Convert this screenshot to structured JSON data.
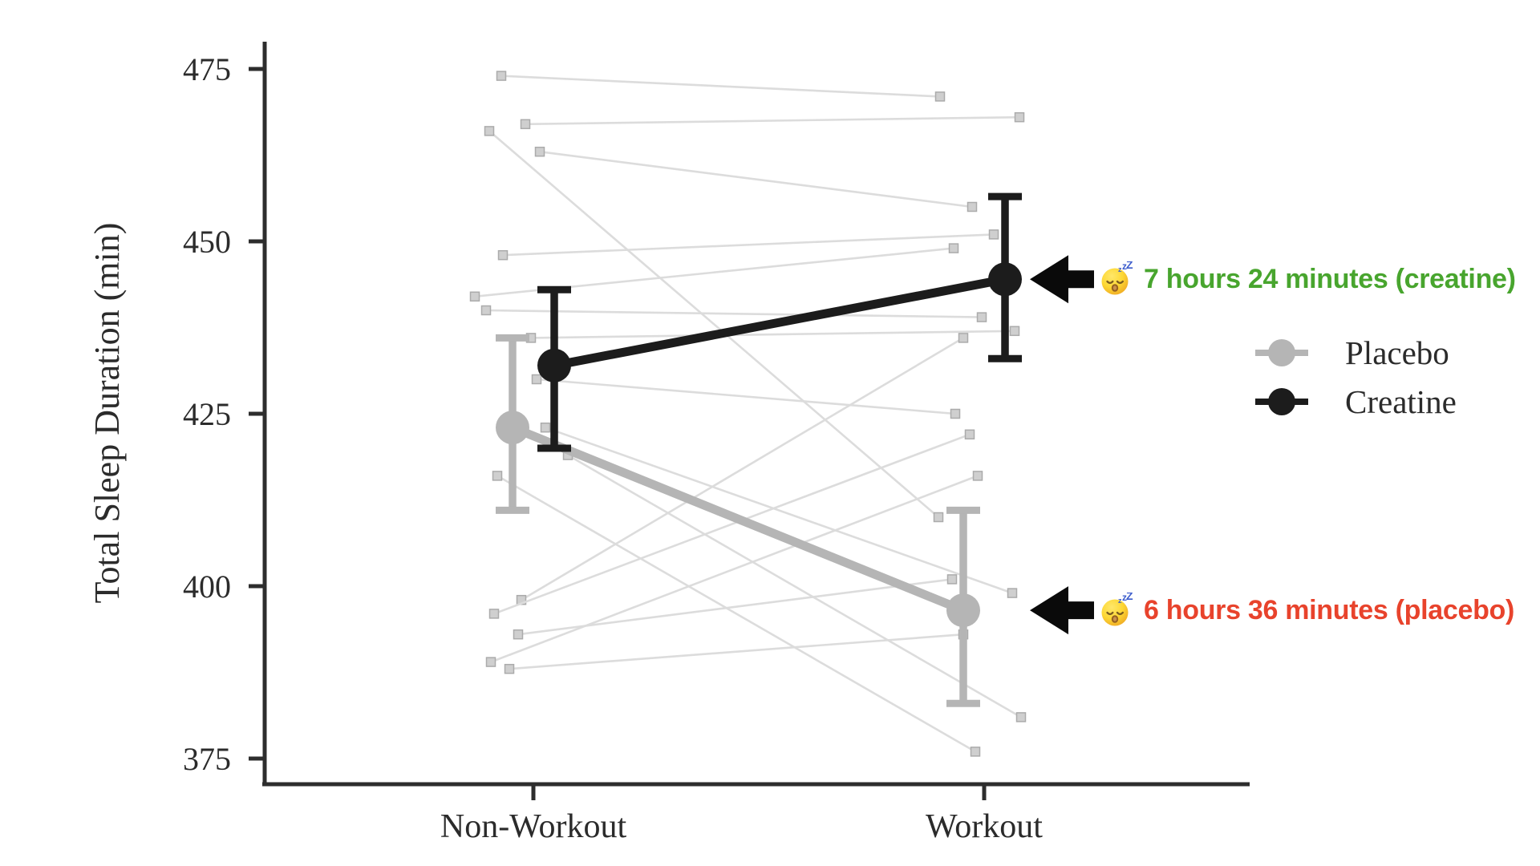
{
  "chart_data": {
    "type": "line",
    "title": "",
    "ylabel": "Total Sleep Duration (min)",
    "xlabel": "",
    "categories": [
      "Non-Workout",
      "Workout"
    ],
    "y_ticks": [
      375,
      400,
      425,
      450,
      475
    ],
    "ylim": [
      371,
      479
    ],
    "grid": false,
    "legend_position": "right",
    "series": [
      {
        "name": "Placebo",
        "color": "#b5b5b5",
        "values": [
          423,
          396.5
        ],
        "ci_low": [
          411,
          383
        ],
        "ci_high": [
          436,
          411
        ]
      },
      {
        "name": "Creatine",
        "color": "#1c1c1c",
        "values": [
          432,
          444.5
        ],
        "ci_low": [
          420,
          433
        ],
        "ci_high": [
          443,
          456.5
        ]
      }
    ],
    "individual_pairs": [
      [
        474,
        471
      ],
      [
        467,
        468
      ],
      [
        466,
        410
      ],
      [
        463,
        455
      ],
      [
        448,
        451
      ],
      [
        442,
        449
      ],
      [
        440,
        439
      ],
      [
        436,
        437
      ],
      [
        430,
        425
      ],
      [
        423,
        399
      ],
      [
        419,
        381
      ],
      [
        416,
        376
      ],
      [
        398,
        436
      ],
      [
        396,
        422
      ],
      [
        393,
        401
      ],
      [
        389,
        416
      ],
      [
        388,
        393
      ]
    ],
    "annotations": [
      {
        "icon": "sleeping-face-emoji",
        "text": "7 hours 24 minutes (creatine)",
        "color": "#48a52e",
        "series": "Creatine",
        "category": "Workout"
      },
      {
        "icon": "sleeping-face-emoji",
        "text": "6 hours 36 minutes (placebo)",
        "color": "#e8432c",
        "series": "Placebo",
        "category": "Workout"
      }
    ],
    "legend": {
      "entries": [
        {
          "label": "Placebo",
          "color": "#b5b5b5"
        },
        {
          "label": "Creatine",
          "color": "#1c1c1c"
        }
      ]
    },
    "styles": {
      "axis_color": "#2d2d2d",
      "subject_line_color": "#dcdcdc",
      "subject_point_fill": "#cfcfcf",
      "subject_point_stroke": "#ababab",
      "arrow_color": "#0a0a0a"
    }
  }
}
